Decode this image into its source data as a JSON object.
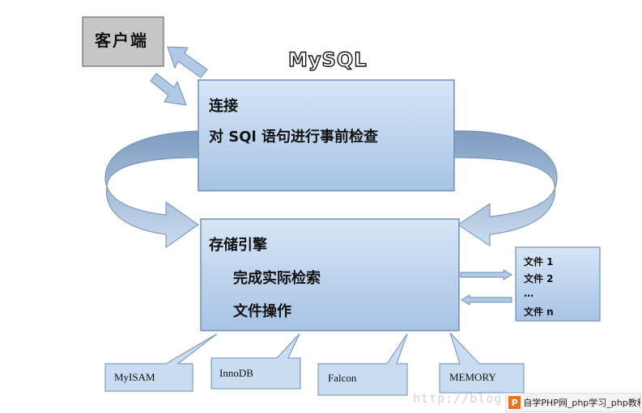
{
  "client": {
    "label": "客户端"
  },
  "mysql": {
    "title": "MySQL"
  },
  "connection_layer": {
    "line1": "连接",
    "line2": "对 SQl 语句进行事前检查"
  },
  "storage_engine": {
    "line1": "存储引擎",
    "line2": "完成实际检索",
    "line3": "文件操作"
  },
  "files": [
    "文件 1",
    "文件 2",
    "…",
    "文件 n"
  ],
  "engines": [
    "MyISAM",
    "InnoDB",
    "Falcon",
    "MEMORY"
  ],
  "watermark": {
    "text": "http://blog",
    "badge": "自学PHP网_php学习_php教程"
  },
  "colors": {
    "box_fill_top": "#d5e4f5",
    "box_fill_bottom": "#a9c5e6",
    "box_stroke": "#6f8fb4",
    "arrow_fill": "#b0c9e6",
    "client_fill": "#c6c6c6"
  }
}
